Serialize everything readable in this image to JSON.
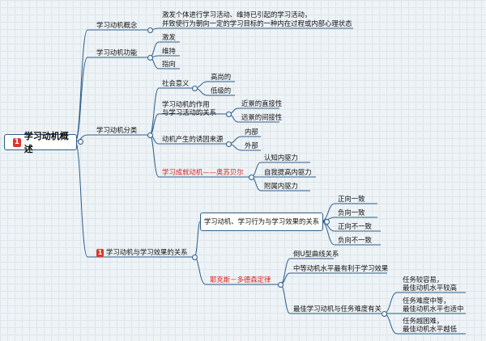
{
  "root": {
    "badge": "1",
    "label": "学习动机概述"
  },
  "branches": {
    "concept": {
      "label": "学习动机概念",
      "desc_line1": "激发个体进行学习活动、维持已引起的学习活动，",
      "desc_line2": "并致使行为朝向一定的学习目标的一种内在过程或内部心理状态"
    },
    "function": {
      "label": "学习动机功能",
      "items": [
        "激发",
        "维持",
        "指向"
      ]
    },
    "classification": {
      "label": "学习动机分类",
      "social": {
        "label": "社会意义",
        "items": [
          "高尚的",
          "低级的"
        ]
      },
      "relation": {
        "label_line1": "学习动机的作用",
        "label_line2": "与学习活动的关系",
        "items": [
          "近景的直接性",
          "远景的间接性"
        ]
      },
      "source": {
        "label": "动机产生的诱因来源",
        "items": [
          "内部",
          "外部"
        ]
      },
      "ausubel": {
        "label": "学习成就动机——奥苏贝尔",
        "items": [
          "认知内驱力",
          "自我提高内驱力",
          "附属内驱力"
        ]
      }
    },
    "effect": {
      "badge": "1",
      "label": "学习动机与学习效果的关系",
      "box_label": "学习动机、学习行为与学习效果的关系",
      "box_items": [
        "正向一致",
        "负向一致",
        "正向不一致",
        "负向不一致"
      ],
      "law": {
        "label": "耶克斯－多德森定律",
        "inverted_u": "倒U型曲线关系",
        "moderate": "中等动机水平最有利于学习效果",
        "difficulty": "最佳学习动机与任务难度有关",
        "tasks": [
          {
            "line1": "任务较容易，",
            "line2": "最佳动机水平较高"
          },
          {
            "line1": "任务难度中等，",
            "line2": "最佳动机水平也适中"
          },
          {
            "line1": "任务越困难，",
            "line2": "最佳动机水平越低"
          }
        ]
      }
    }
  },
  "colors": {
    "line": "#2f5d8a",
    "red_text": "#d91f1f",
    "badge": "#d9382c",
    "background": "#eef3f6"
  }
}
